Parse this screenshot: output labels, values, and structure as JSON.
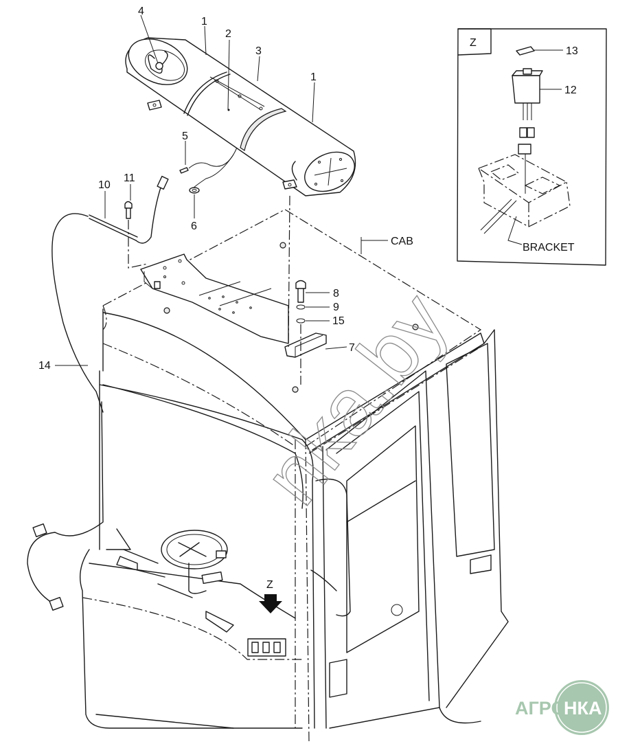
{
  "diagram": {
    "type": "exploded-parts-view",
    "subject": "Cab rotating beacon / warning light installation",
    "callouts": [
      {
        "id": "1a",
        "text": "1"
      },
      {
        "id": "1b",
        "text": "1"
      },
      {
        "id": "2",
        "text": "2"
      },
      {
        "id": "3",
        "text": "3"
      },
      {
        "id": "4",
        "text": "4"
      },
      {
        "id": "5",
        "text": "5"
      },
      {
        "id": "6",
        "text": "6"
      },
      {
        "id": "7",
        "text": "7"
      },
      {
        "id": "8",
        "text": "8"
      },
      {
        "id": "9",
        "text": "9"
      },
      {
        "id": "10",
        "text": "10"
      },
      {
        "id": "11",
        "text": "11"
      },
      {
        "id": "12",
        "text": "12"
      },
      {
        "id": "13",
        "text": "13"
      },
      {
        "id": "14",
        "text": "14"
      },
      {
        "id": "15",
        "text": "15"
      }
    ],
    "labels": {
      "cab": "CAB",
      "bracket": "BRACKET",
      "view_marker": "Z"
    },
    "detail_view": {
      "title": "Z"
    },
    "watermark": "nka.by",
    "logo": {
      "left_text": "АГРО",
      "right_text": "НКА",
      "color": "#a7c7ae"
    }
  }
}
